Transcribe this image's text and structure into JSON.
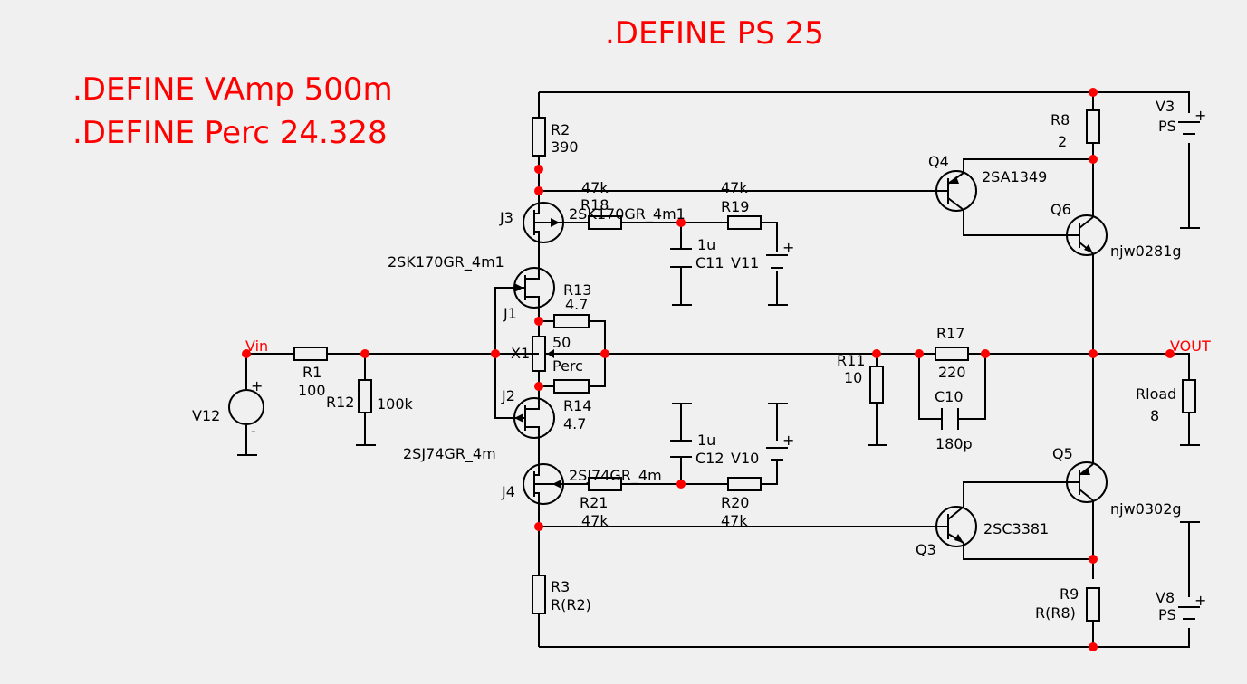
{
  "directives": {
    "ps": ".DEFINE PS 25",
    "vamp": ".DEFINE VAmp 500m",
    "perc": ".DEFINE Perc 24.328"
  },
  "nets": {
    "vin": "Vin",
    "vout": "VOUT"
  },
  "components": {
    "r1": {
      "name": "R1",
      "value": "100"
    },
    "r2": {
      "name": "R2",
      "value": "390"
    },
    "r3": {
      "name": "R3",
      "value": "R(R2)"
    },
    "r8": {
      "name": "R8",
      "value": "2"
    },
    "r9": {
      "name": "R9",
      "value": "R(R8)"
    },
    "r11": {
      "name": "R11",
      "value": "10"
    },
    "r12": {
      "name": "R12",
      "value": "100k"
    },
    "r13": {
      "name": "R13",
      "value": "4.7"
    },
    "r14": {
      "name": "R14",
      "value": "4.7"
    },
    "r17": {
      "name": "R17",
      "value": "220"
    },
    "r18": {
      "name": "R18",
      "value": "47k"
    },
    "r19": {
      "name": "R19",
      "value": "47k"
    },
    "r20": {
      "name": "R20",
      "value": "47k"
    },
    "r21": {
      "name": "R21",
      "value": "47k"
    },
    "rload": {
      "name": "Rload",
      "value": "8"
    },
    "c10": {
      "name": "C10",
      "value": "180p"
    },
    "c11": {
      "name": "C11",
      "value": "1u"
    },
    "c12": {
      "name": "C12",
      "value": "1u"
    },
    "x1": {
      "name": "X1",
      "value": "50",
      "param": "Perc"
    },
    "j1": {
      "name": "J1",
      "model": "2SK170GR_4m1"
    },
    "j2": {
      "name": "J2",
      "model": "2SJ74GR_4m"
    },
    "j3": {
      "name": "J3",
      "model": "2SK170GR_4m1"
    },
    "j4": {
      "name": "J4",
      "model": "2SJ74GR_4m"
    },
    "q3": {
      "name": "Q3",
      "model": "2SC3381"
    },
    "q4": {
      "name": "Q4",
      "model": "2SA1349"
    },
    "q5": {
      "name": "Q5",
      "model": "njw0302g"
    },
    "q6": {
      "name": "Q6",
      "model": "njw0281g"
    },
    "v3": {
      "name": "V3",
      "value": "PS"
    },
    "v8": {
      "name": "V8",
      "value": "PS"
    },
    "v10": {
      "name": "V10"
    },
    "v11": {
      "name": "V11"
    },
    "v12": {
      "name": "V12"
    }
  },
  "colors": {
    "wire": "#000000",
    "node": "#ff0000",
    "directive": "#ff0000",
    "background": "#f0f0f0"
  }
}
